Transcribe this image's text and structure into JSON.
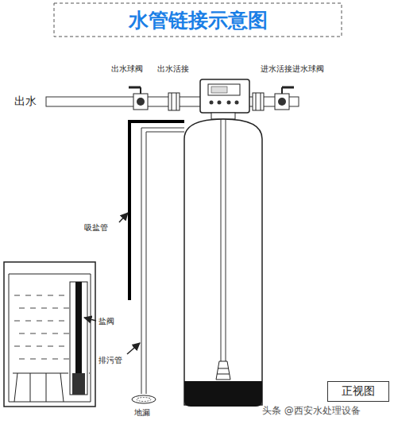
{
  "diagram": {
    "title": "水管链接示意图",
    "nodes": [
      {
        "text": [
          "正视图"
        ]
      }
    ],
    "labels": [
      "出水",
      "出水球阀",
      "出水活接",
      "进水活接",
      "进水球阀",
      "吸盐管",
      "盐阀",
      "排污管",
      "地漏",
      "头条 @西安水处理设备"
    ]
  }
}
